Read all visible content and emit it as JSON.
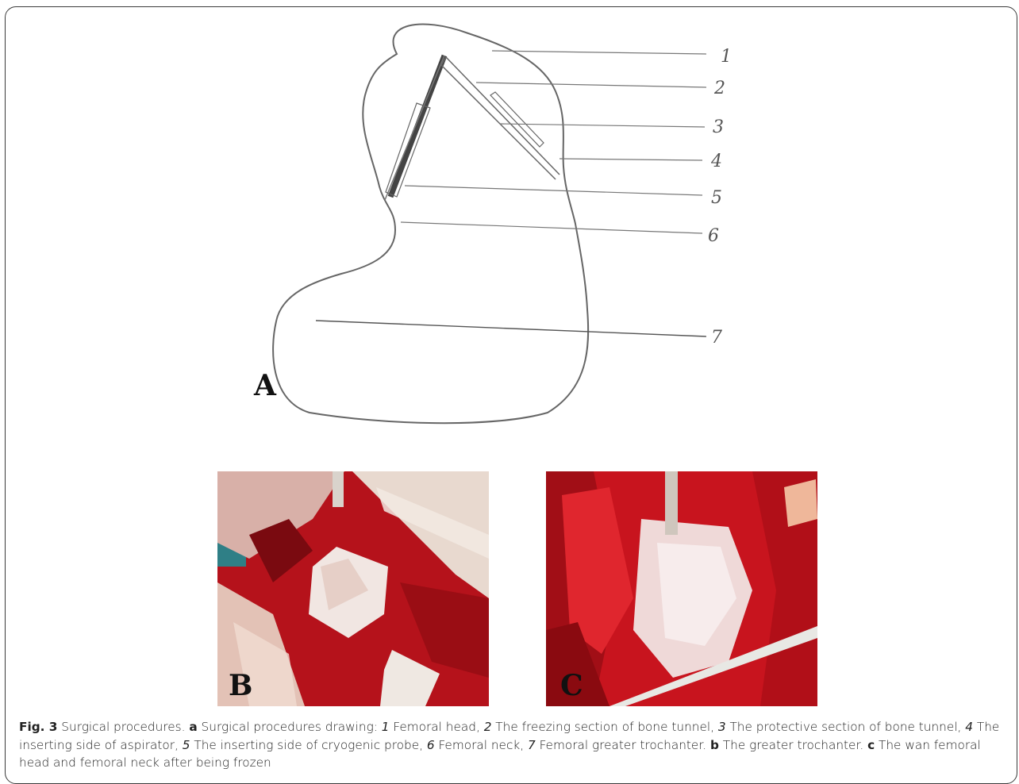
{
  "figure": {
    "panel_a": {
      "letter": "A",
      "labels": [
        "1",
        "2",
        "3",
        "4",
        "5",
        "6",
        "7"
      ]
    },
    "panel_b": {
      "letter": "B"
    },
    "panel_c": {
      "letter": "C"
    }
  },
  "caption": {
    "fig_label": "Fig. 3",
    "title": " Surgical procedures. ",
    "a_key": "a",
    "a_text_intro": " Surgical procedures drawing: ",
    "items": [
      {
        "num": "1",
        "text": " Femoral head, "
      },
      {
        "num": "2",
        "text": " The freezing section of bone tunnel, "
      },
      {
        "num": "3",
        "text": " The protective section of bone tunnel, "
      },
      {
        "num": "4",
        "text": " The inserting side of aspirator, "
      },
      {
        "num": "5",
        "text": " The inserting side of cryogenic probe, "
      },
      {
        "num": "6",
        "text": " Femoral neck, "
      },
      {
        "num": "7",
        "text": " Femoral greater trochanter. "
      }
    ],
    "b_key": "b",
    "b_text": " The greater trochanter. ",
    "c_key": "c",
    "c_text": " The wan femoral head and femoral neck after being frozen"
  },
  "colors": {
    "ink": "#555555",
    "tissue_red": "#c8141e",
    "bone_white": "#f1e6e2"
  }
}
